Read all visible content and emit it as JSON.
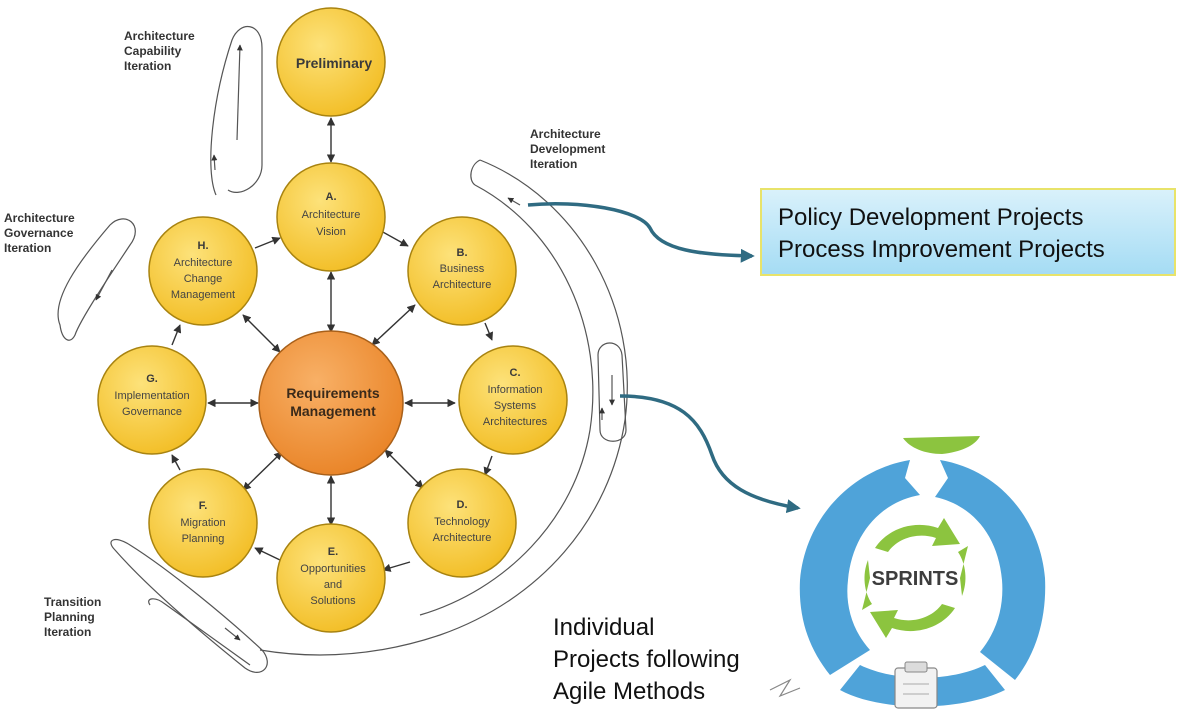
{
  "nodes": {
    "preliminary": {
      "title": "Preliminary"
    },
    "a": {
      "letter": "A.",
      "lines": [
        "Architecture",
        "Vision"
      ]
    },
    "b": {
      "letter": "B.",
      "lines": [
        "Business",
        "Architecture"
      ]
    },
    "c": {
      "letter": "C.",
      "lines": [
        "Information",
        "Systems",
        "Architectures"
      ]
    },
    "d": {
      "letter": "D.",
      "lines": [
        "Technology",
        "Architecture"
      ]
    },
    "e": {
      "letter": "E.",
      "lines": [
        "Opportunities",
        "and",
        "Solutions"
      ]
    },
    "f": {
      "letter": "F.",
      "lines": [
        "Migration",
        "Planning"
      ]
    },
    "g": {
      "letter": "G.",
      "lines": [
        "Implementation",
        "Governance"
      ]
    },
    "h": {
      "letter": "H.",
      "lines": [
        "Architecture",
        "Change",
        "Management"
      ]
    },
    "center": {
      "lines": [
        "Requirements",
        "Management"
      ]
    }
  },
  "iterations": {
    "capability": [
      "Architecture",
      "Capability",
      "Iteration"
    ],
    "governance": [
      "Architecture",
      "Governance",
      "Iteration"
    ],
    "development": [
      "Architecture",
      "Development",
      "Iteration"
    ],
    "transition": [
      "Transition",
      "Planning",
      "Iteration"
    ]
  },
  "policy_box": {
    "line1": "Policy Development Projects",
    "line2": "Process Improvement Projects"
  },
  "sprints": {
    "label": "SPRINTS"
  },
  "agile_text": {
    "line1": "Individual",
    "line2": "Projects following",
    "line3": "Agile Methods"
  },
  "colors": {
    "node_fill": "#f7c832",
    "node_stroke": "#a88310",
    "center_fill": "#f0923a",
    "sprint_blue": "#4fa3d9",
    "sprint_green": "#8cc43f",
    "connector_teal": "#2f6b82"
  }
}
